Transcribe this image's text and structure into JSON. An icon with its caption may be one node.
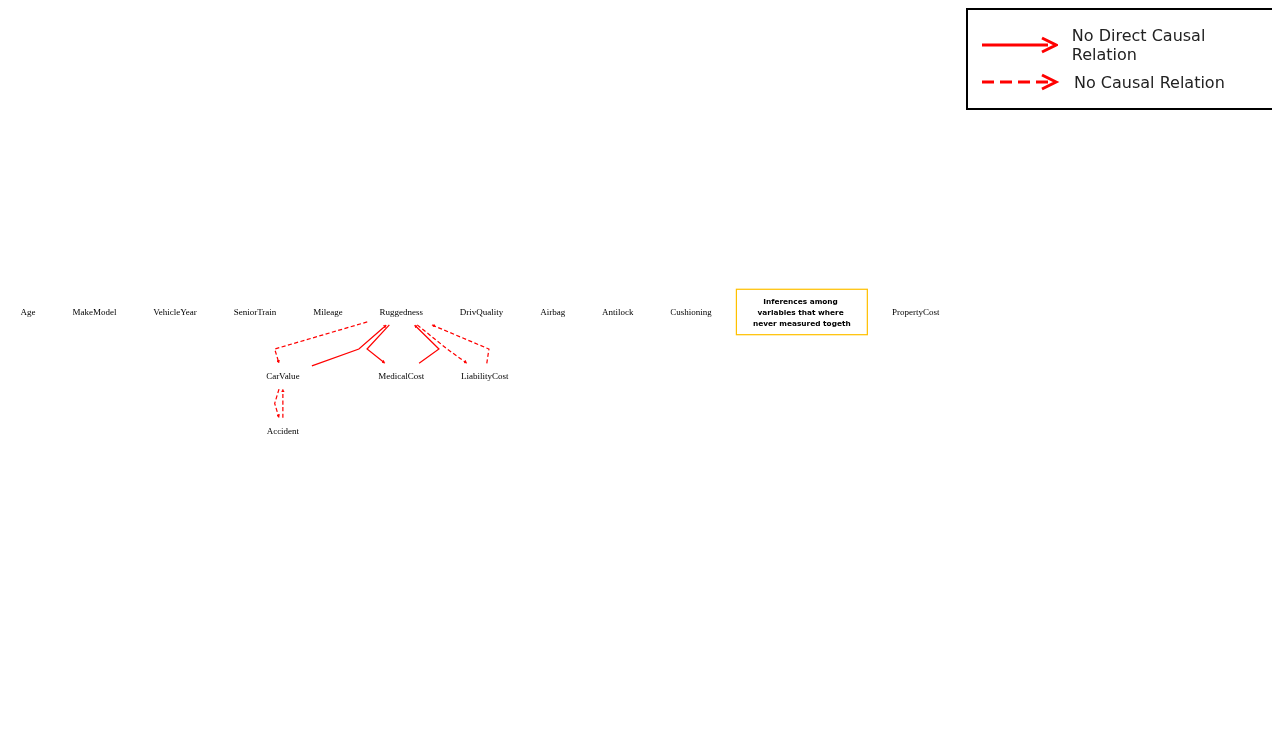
{
  "diagram": {
    "nodes": [
      {
        "text": [
          "Age"
        ]
      },
      {
        "text": [
          "MakeModel"
        ]
      },
      {
        "text": [
          "VehicleYear"
        ]
      },
      {
        "text": [
          "SeniorTrain"
        ]
      },
      {
        "text": [
          "Mileage"
        ]
      },
      {
        "text": [
          "Ruggedness"
        ]
      },
      {
        "text": [
          "DrivQuality"
        ]
      },
      {
        "text": [
          "Airbag"
        ]
      },
      {
        "text": [
          "Antilock"
        ]
      },
      {
        "text": [
          "CarValue"
        ]
      },
      {
        "text": [
          "Cushioning"
        ]
      },
      {
        "text": [
          "Accident"
        ]
      },
      {
        "text": [
          "Inferences among variables that where never measured togeth"
        ]
      },
      {
        "text": [
          "MedicalCost"
        ]
      },
      {
        "text": [
          "LiabilityCost"
        ]
      },
      {
        "text": [
          "PropertyCost"
        ]
      }
    ],
    "edges": [
      {
        "from": 5,
        "to": 13,
        "arrow": "to"
      },
      {
        "from": 13,
        "to": 5,
        "arrow": "to"
      },
      {
        "from": 9,
        "to": 5,
        "arrow": "to"
      },
      {
        "from": 5,
        "to": 9,
        "arrow": "to",
        "style": "dashed"
      },
      {
        "from": 9,
        "to": 11,
        "arrow": "to",
        "style": "dashed"
      },
      {
        "from": 11,
        "to": 9,
        "arrow": "to",
        "style": "dashed"
      },
      {
        "from": 5,
        "to": 14,
        "arrow": "to",
        "style": "dashed"
      },
      {
        "from": 14,
        "to": 5,
        "arrow": "to",
        "style": "dashed"
      }
    ],
    "legend": [
      {
        "text": "No Direct Causal Relation"
      },
      {
        "text": "No Causal Relation"
      }
    ]
  }
}
